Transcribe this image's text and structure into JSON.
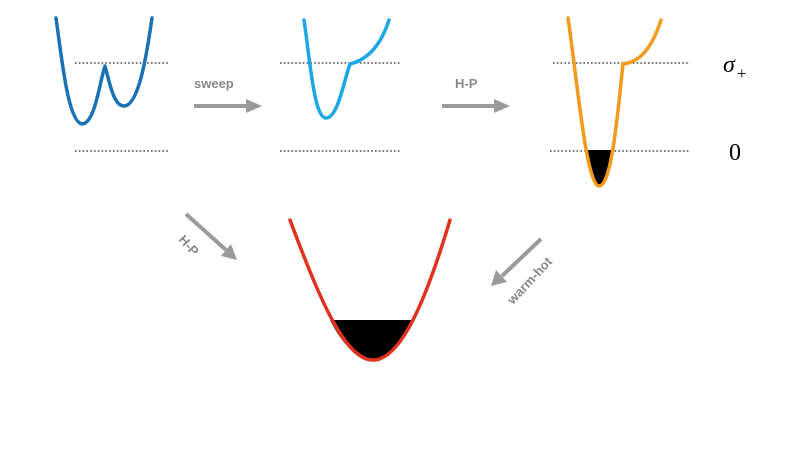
{
  "colors": {
    "panel1": "#1a72b4",
    "panel2": "#1ba7e6",
    "panel3": "#f39a1c",
    "bottom": "#e0321e",
    "fill": "#000000",
    "arrow": "#9a9a9a"
  },
  "arrows": {
    "sweep": "sweep",
    "hp_top": "H-P",
    "hp_diag": "H-P",
    "warm_hot": "warm-hot"
  },
  "levels": {
    "sigma_symbol": "σ",
    "sigma_subscript": "+",
    "zero": "0"
  }
}
